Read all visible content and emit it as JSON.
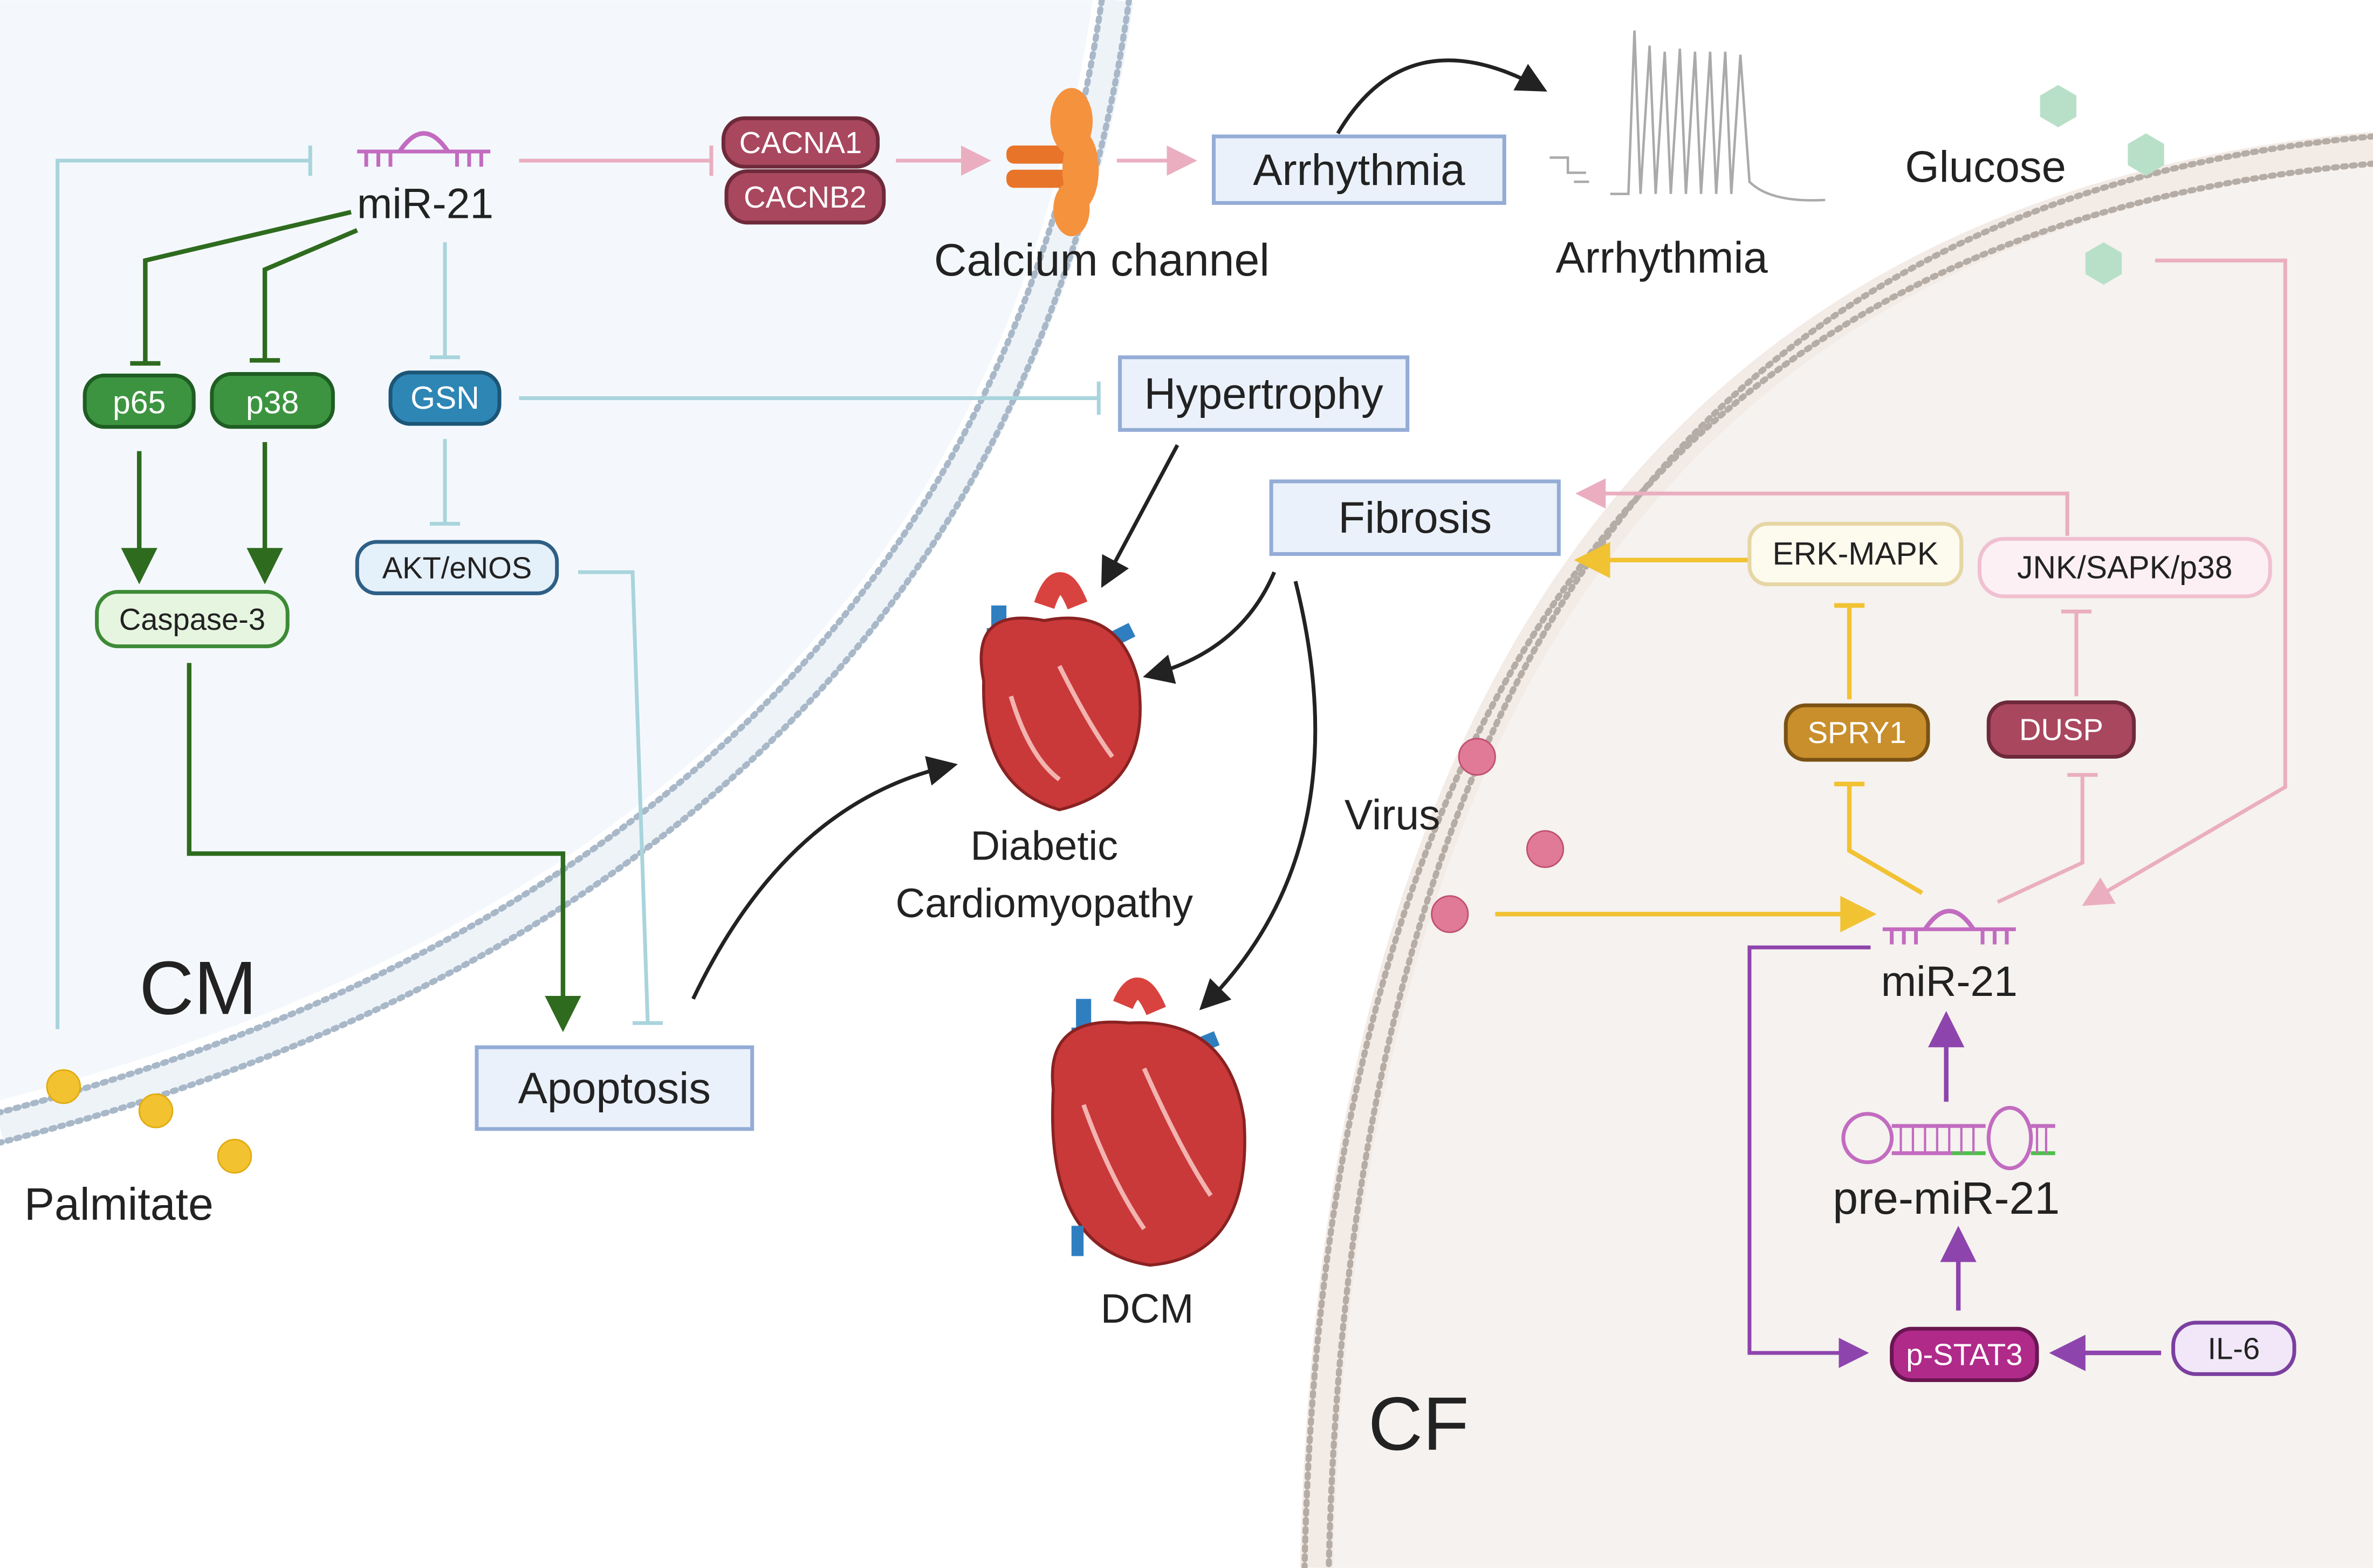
{
  "cells": {
    "cm": "CM",
    "cf": "CF"
  },
  "cm": {
    "mir21": "miR-21",
    "cacna1": "CACNA1",
    "cacnb2": "CACNB2",
    "calcium_channel": "Calcium channel",
    "p65": "p65",
    "p38": "p38",
    "gsn": "GSN",
    "akt": "AKT/eNOS",
    "caspase": "Caspase-3",
    "palmitate": "Palmitate"
  },
  "outcomes": {
    "arrhythmia_box": "Arrhythmia",
    "arrhythmia_label": "Arrhythmia",
    "hypertrophy": "Hypertrophy",
    "fibrosis": "Fibrosis",
    "apoptosis": "Apoptosis",
    "diabetic_line1": "Diabetic",
    "diabetic_line2": "Cardiomyopathy",
    "dcm": "DCM"
  },
  "cf": {
    "glucose": "Glucose",
    "virus": "Virus",
    "erk": "ERK-MAPK",
    "jnk": "JNK/SAPK/p38",
    "spry1": "SPRY1",
    "dusp": "DUSP",
    "mir21": "miR-21",
    "pre_mir21": "pre-miR-21",
    "pstat3": "p-STAT3",
    "il6": "IL-6"
  },
  "colors": {
    "cm_bg": "#f4f8fc",
    "cf_bg": "#f5f2ef",
    "green": "#2e7d32",
    "teal_line": "#a9d4dc",
    "pink_line": "#eaaec0",
    "yellow": "#f1c232",
    "purple": "#8e44ad",
    "maroon": "#a9475f"
  }
}
